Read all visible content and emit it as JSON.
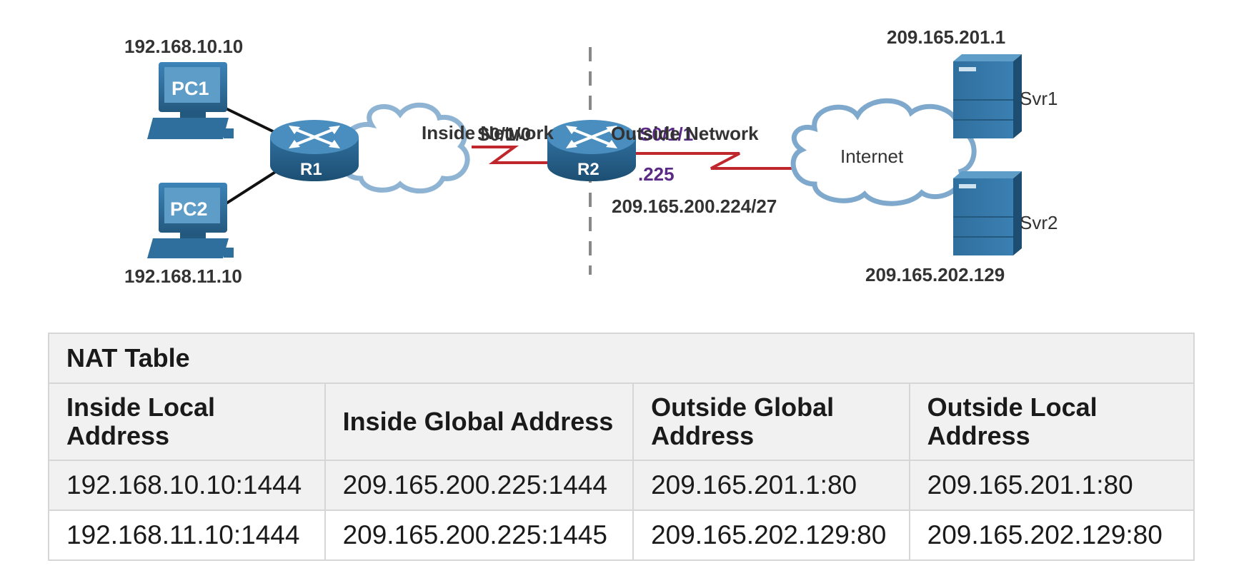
{
  "topology": {
    "pc1": {
      "label": "PC1",
      "ip": "192.168.10.10"
    },
    "pc2": {
      "label": "PC2",
      "ip": "192.168.11.10"
    },
    "r1": {
      "label": "R1"
    },
    "r2": {
      "label": "R2"
    },
    "inside_network_label": "Inside Network",
    "outside_network_label": "Outside Network",
    "r2_inside_interface": "S0/1/0",
    "r2_outside_interface": "S0/1/1",
    "r2_outside_host": ".225",
    "outside_subnet": "209.165.200.224/27",
    "internet_label": "Internet",
    "svr1": {
      "label": "Svr1",
      "ip": "209.165.201.1"
    },
    "svr2": {
      "label": "Svr2",
      "ip": "209.165.202.129"
    },
    "colors": {
      "device_blue": "#2f6f9e",
      "serial_link": "#c0272d",
      "purple_label": "#5a2a86",
      "cloud_outline": "#7fa9cc"
    }
  },
  "nat_table": {
    "title": "NAT Table",
    "headers": [
      "Inside Local Address",
      "Inside Global Address",
      "Outside Global Address",
      "Outside Local Address"
    ],
    "rows": [
      [
        "192.168.10.10:1444",
        "209.165.200.225:1444",
        "209.165.201.1:80",
        "209.165.201.1:80"
      ],
      [
        "192.168.11.10:1444",
        "209.165.200.225:1445",
        "209.165.202.129:80",
        "209.165.202.129:80"
      ]
    ]
  }
}
